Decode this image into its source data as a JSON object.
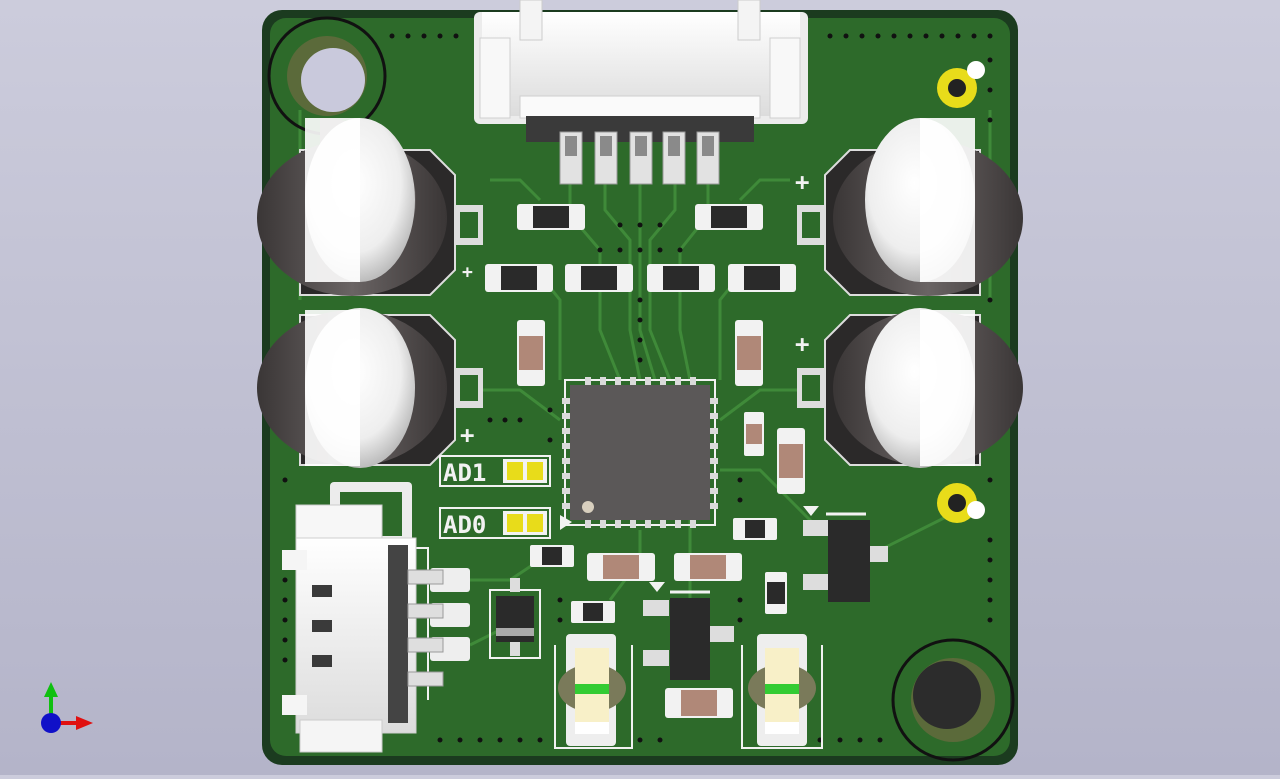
{
  "viewer": {
    "colors": {
      "background_top": "#ccccdc",
      "background_bottom": "#b4b4c9",
      "board_edge": "#1b3b1f",
      "solder_mask": "#2d6a2a",
      "copper_trace": "#3f8a39",
      "silkscreen": "#f2f2f2",
      "pad_gold": "#e8dc1a",
      "chip_body": "#5b5858",
      "axis_x": "#e01010",
      "axis_y": "#10c010",
      "axis_z": "#1010c8"
    }
  },
  "board": {
    "silkscreen_labels": {
      "ad1": "AD1",
      "ad0": "AD0",
      "plus_marks": [
        "+",
        "+",
        "+",
        "+"
      ]
    },
    "components": {
      "top_connector": "5-pin-header",
      "left_connector": "4-pin-header",
      "main_ic": "qfn-package",
      "capacitors": [
        "electrolytic-top-left",
        "electrolytic-bottom-left",
        "electrolytic-top-right",
        "electrolytic-bottom-right"
      ],
      "leds": [
        "led-left",
        "led-right"
      ]
    }
  }
}
